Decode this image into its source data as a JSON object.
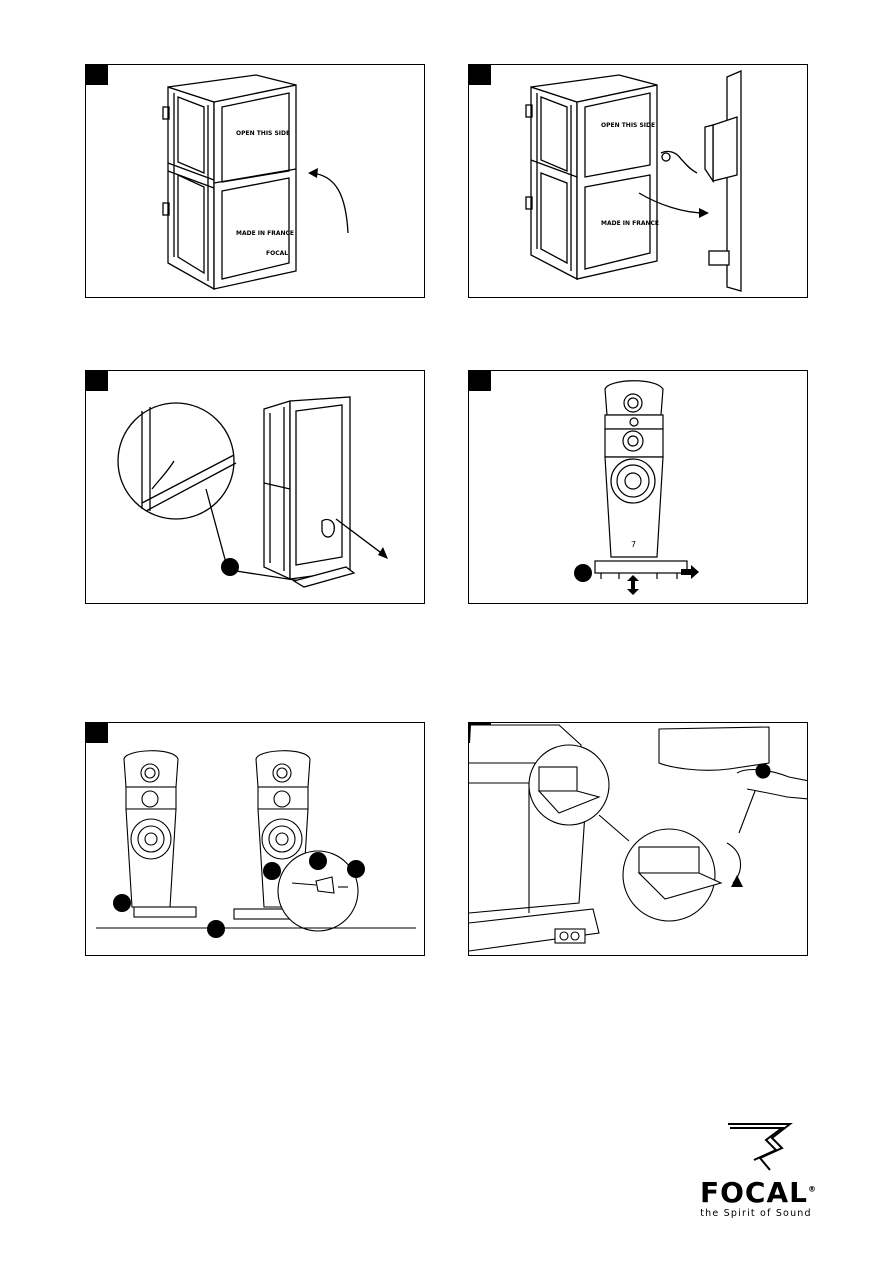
{
  "crate": {
    "open_this_side": "OPEN THIS SIDE",
    "made_in_france": "MADE IN FRANCE",
    "brand": "FOCAL"
  },
  "logo": {
    "wordmark": "FOCAL",
    "registered": "®",
    "tagline": "the Spirit of Sound"
  },
  "icons": [
    "arrow-icon",
    "speaker-icon",
    "crate-icon",
    "hand-icon",
    "focal-logo-icon"
  ]
}
